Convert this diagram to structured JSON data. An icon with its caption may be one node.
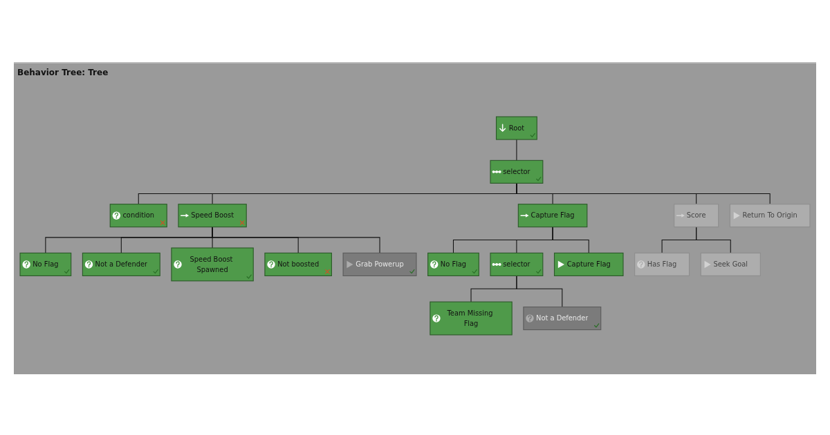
{
  "diagram": {
    "title": "Behavior Tree: Tree",
    "nodes": [
      {
        "text": [
          "Root"
        ]
      },
      {
        "text": [
          "selector"
        ]
      },
      {
        "text": [
          "condition"
        ]
      },
      {
        "text": [
          "Speed Boost"
        ]
      },
      {
        "text": [
          "Capture Flag"
        ]
      },
      {
        "text": [
          "Score"
        ]
      },
      {
        "text": [
          "Return To Origin"
        ]
      },
      {
        "text": [
          "No Flag"
        ]
      },
      {
        "text": [
          "Not a Defender"
        ]
      },
      {
        "text": [
          "Speed Boost Spawned"
        ]
      },
      {
        "text": [
          "Not boosted"
        ]
      },
      {
        "text": [
          "Grab Powerup"
        ]
      },
      {
        "text": [
          "No Flag"
        ]
      },
      {
        "text": [
          "selector"
        ]
      },
      {
        "text": [
          "Capture Flag"
        ]
      },
      {
        "text": [
          "Has Flag"
        ]
      },
      {
        "text": [
          "Seek Goal"
        ]
      },
      {
        "text": [
          "Team Missing Flag"
        ]
      },
      {
        "text": [
          "Not a Defender"
        ]
      }
    ],
    "edges": [
      {
        "from": 0,
        "to": 1,
        "arrow": "none"
      },
      {
        "from": 1,
        "to": 2,
        "arrow": "none"
      },
      {
        "from": 1,
        "to": 3,
        "arrow": "none"
      },
      {
        "from": 1,
        "to": 4,
        "arrow": "none"
      },
      {
        "from": 1,
        "to": 5,
        "arrow": "none"
      },
      {
        "from": 1,
        "to": 6,
        "arrow": "none"
      },
      {
        "from": 3,
        "to": 7,
        "arrow": "none"
      },
      {
        "from": 3,
        "to": 8,
        "arrow": "none"
      },
      {
        "from": 3,
        "to": 9,
        "arrow": "none"
      },
      {
        "from": 3,
        "to": 10,
        "arrow": "none"
      },
      {
        "from": 3,
        "to": 11,
        "arrow": "none"
      },
      {
        "from": 4,
        "to": 12,
        "arrow": "none"
      },
      {
        "from": 4,
        "to": 13,
        "arrow": "none"
      },
      {
        "from": 4,
        "to": 14,
        "arrow": "none"
      },
      {
        "from": 5,
        "to": 15,
        "arrow": "none"
      },
      {
        "from": 5,
        "to": 16,
        "arrow": "none"
      },
      {
        "from": 13,
        "to": 17,
        "arrow": "none"
      },
      {
        "from": 13,
        "to": 18,
        "arrow": "none"
      }
    ]
  }
}
